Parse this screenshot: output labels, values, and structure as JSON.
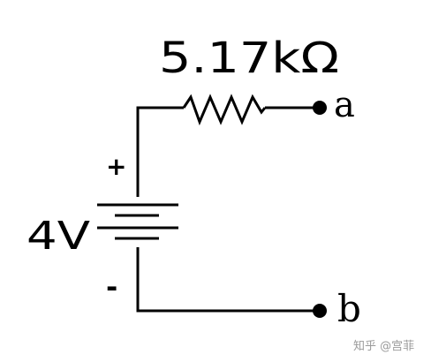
{
  "diagram": {
    "resistor_label": "5.17kΩ",
    "source_voltage_label": "4V",
    "positive_terminal_sign": "+",
    "negative_terminal_sign": "-",
    "node_a_label": "a",
    "node_b_label": "b"
  },
  "watermark": {
    "text": "知乎 @宫菲"
  },
  "colors": {
    "line": "#000000",
    "background": "#ffffff",
    "watermark": "#9a9a9a"
  }
}
